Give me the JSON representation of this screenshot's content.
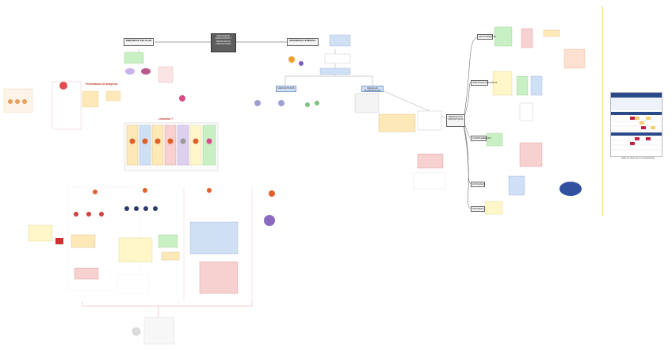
{
  "center": {
    "title": "INMUNIDAD: LINFOCITOS Y RESPUESTA INMUNITARIA",
    "subtitle": "Mecanismos de defensa del organismo"
  },
  "branches": {
    "cellular": "INMUNIDAD CELULAR",
    "humoral": "INMUNIDAD HUMORAL"
  },
  "right_nodes": [
    "ANTICUERPOS",
    "INMUNOGLOBULINAS",
    "COMPLEMENTO",
    "CITOCINAS",
    "VACUNAS"
  ],
  "right_hub": "RESPUESTA INMUNITARIA",
  "humoral_sub": [
    "LINFOCITOS B",
    "CÉLULAS PLASMÁTICAS"
  ],
  "left_label": "Presentación de antígenos",
  "cellular_caption": "Linfocitos T",
  "table_caption": "Tabla de clases de inmunoglobulinas",
  "colors": {
    "accent_red": "#c0392b",
    "green_panel": "#c9efc4",
    "yellow_panel": "#fde9b8",
    "blue_panel": "#cfe0f5",
    "purple_panel": "#ddd0ef",
    "pink_panel": "#f7d0d0",
    "divider": "#f5d58c"
  }
}
